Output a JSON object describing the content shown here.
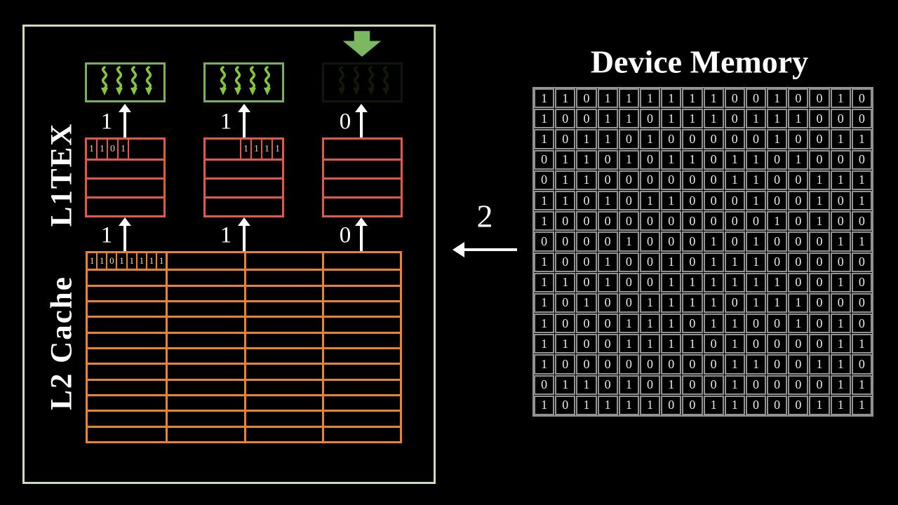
{
  "colors": {
    "background": "#000000",
    "outer_border": "#cedcb6",
    "green": "#78b05c",
    "lime": "#84c63e",
    "red": "#e0584a",
    "red_digit": "#f4c3b8",
    "orange": "#e8832f",
    "orange_digit": "#f2e6cf",
    "grid_gray": "#929292",
    "white": "#ffffff"
  },
  "gpu_box": {
    "l1tex_label": "L1TEX",
    "l2_label": "L2 Cache",
    "warps": [
      {
        "state": "active",
        "squiggles": 4
      },
      {
        "state": "active",
        "squiggles": 4
      },
      {
        "state": "inactive",
        "squiggles": 4
      }
    ],
    "upper_flags": [
      "1",
      "1",
      "0"
    ],
    "lower_flags": [
      "1",
      "1",
      "0"
    ],
    "l1_rows": 4,
    "l1_sectors": [
      {
        "bits": [
          "1",
          "1",
          "0",
          "1"
        ],
        "align": "left"
      },
      {
        "bits": [
          "1",
          "1",
          "1",
          "1"
        ],
        "align": "right"
      },
      {
        "bits": [],
        "align": "left"
      }
    ],
    "l2_table": {
      "rows": 12,
      "cols": 4,
      "first_cell_bits": [
        "1",
        "1",
        "0",
        "1",
        "1",
        "1",
        "1",
        "1"
      ]
    }
  },
  "transfer": {
    "label": "2",
    "direction": "left"
  },
  "device_memory": {
    "title": "Device Memory",
    "rows": 16,
    "cols": 16,
    "bit_rows": [
      "1101111110010010",
      "1001101110111000",
      "1011010000010011",
      "0110101101101000",
      "0110000001100111",
      "1101011000100101",
      "1000000000010100",
      "0000100010100011",
      "1001001011100000",
      "1101001111110010",
      "1010011110111000",
      "1000111011001010",
      "1100111101000011",
      "1000000001100110",
      "0110101001000011",
      "1011110011000111"
    ]
  }
}
